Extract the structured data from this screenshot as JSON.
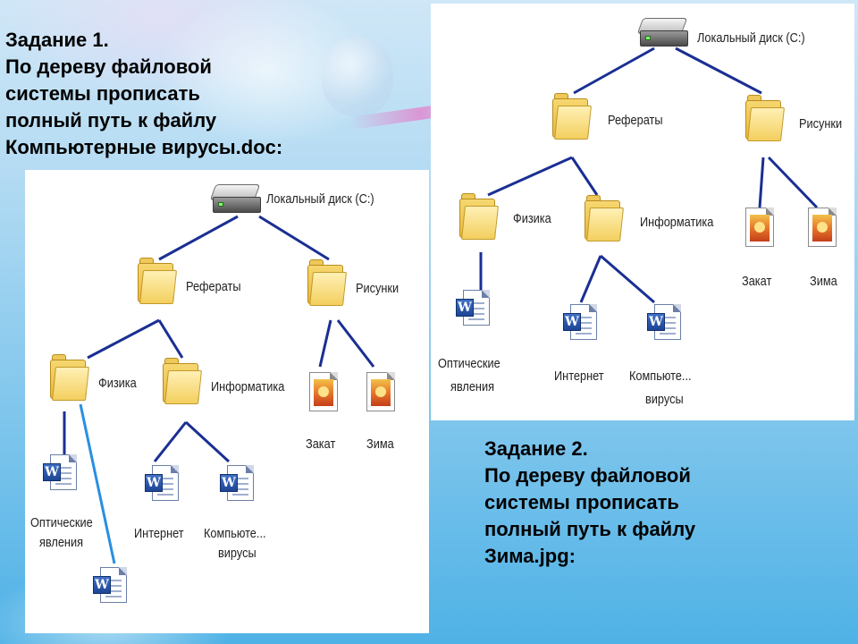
{
  "task1": {
    "lines": [
      "Задание 1.",
      "По дереву файловой",
      "системы  прописать",
      "полный путь к файлу",
      "Компьютерные вирусы.doc:"
    ]
  },
  "task2": {
    "lines": [
      "Задание 2.",
      "По дереву файловой",
      "системы  прописать",
      "полный путь к файлу",
      "Зима.jpg:"
    ]
  },
  "tree": {
    "root": "Локальный диск (C:)",
    "referaty": "Рефераты",
    "risunki": "Рисунки",
    "fizika": "Физика",
    "informatika": "Информатика",
    "opticheskie_1": "Оптические",
    "opticheskie_2": "явления",
    "internet": "Интернет",
    "kompyute_1": "Компьюте...",
    "kompyute_2": "вирусы",
    "zakat": "Закат",
    "zima": "Зима"
  },
  "colors": {
    "tree_line": "#1a2f93",
    "path_highlight": "#2a8fe0",
    "background": "#8ccbee"
  },
  "icons": {
    "disk": "hard-disk-icon",
    "folder": "folder-icon",
    "doc": "word-document-icon",
    "image": "image-file-icon"
  }
}
